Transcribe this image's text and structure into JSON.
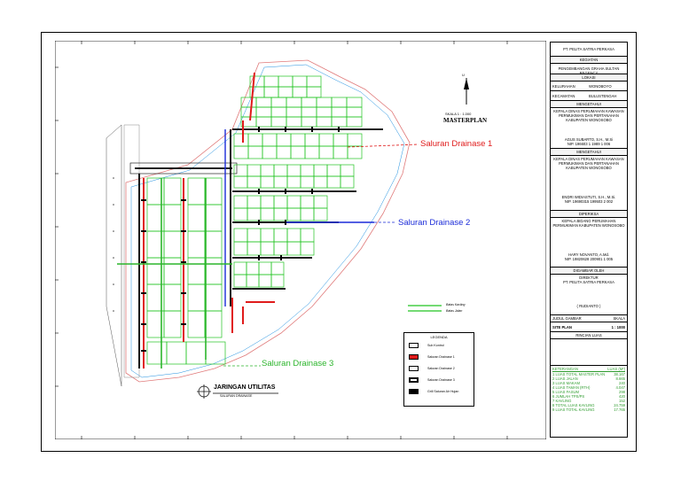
{
  "title_block": {
    "company": "PT. PELITA SATRIA PERKASA",
    "kegiatan_label": "KEGIATAN",
    "kegiatan_value": "PENGEMBANGAN GRAHA SULTAN REGENCY",
    "lokasi_label": "LOKASI",
    "kelurahan_label": "KELURAHAN",
    "kelurahan_value": "WONOBOYO",
    "kecamatan_label": "KECAMATAN",
    "kecamatan_value": "BULUSTENGAH",
    "approval1_head": "MENGETAHUI",
    "approval1_body": "KEPALA DINAS PERUMAHAN KAWASAN PERMUKIMAN DAN PERTANAHAN KABUPATEN WONOSOBO",
    "approval1_name": "AGUS SUBARTO, S.H., M.Si",
    "approval1_nip": "NIP. 196603 1 1989 1 006",
    "approval2_head": "MENGETAHUI",
    "approval2_body": "KEPALA DINAS PERUMAHAN KAWASAN PERMUKIMAN DAN PERTANAHAN KABUPATEN WONOSOBO",
    "approval2_name": "ENDRI WIDIASTUTI, S.H., M.Si.",
    "approval2_nip": "NIP. 19690315 199503 2 002",
    "approval3_head": "DIPERIKSA",
    "approval3_body": "KEPALA BIDANG PERUMAHAN PERMUKIMAN KABUPATEN WONOSOBO",
    "approval3_name": "HARY NOVANTO, A.Md.",
    "approval3_nip": "NIP. 19820628 200901 1 005",
    "approval4_head": "DIGAMBAR OLEH",
    "approval4_body": "DIREKTUR",
    "approval4_company": "PT. PELITA SATRIA PERKASA",
    "approval4_name": "( RUDIANTO )",
    "judul_label": "JUDUL GAMBAR",
    "skala_label": "SKALA",
    "judul_value": "SITE PLAN",
    "skala_value": "1 : 1000",
    "rincian": "RINCIAN LUAS",
    "table_header_1": "KETERANGAN",
    "table_header_2": "LUAS (M²)",
    "table_rows": [
      {
        "no": "1",
        "ket": "LUAS TOTAL MASTER PLAN",
        "luas": "38.167"
      },
      {
        "no": "2",
        "ket": "LUAS JALAN",
        "luas": "8.665"
      },
      {
        "no": "3",
        "ket": "LUAS MAKAM",
        "luas": "240"
      },
      {
        "no": "4",
        "ket": "LUAS TAMAN (RTH)",
        "luas": "4.047"
      },
      {
        "no": "5",
        "ket": "LUAS FASUM",
        "luas": "298"
      },
      {
        "no": "6",
        "ket": "JUMLAH TPS/PS",
        "luas": "420"
      },
      {
        "no": "7",
        "ket": "KAVLING",
        "luas": "152"
      },
      {
        "no": "8",
        "ket": "TOTAL LUAS KAVLING",
        "luas": "24.759"
      },
      {
        "no": "9",
        "ket": "LUAS TOTAL KAVLING",
        "luas": "17.765"
      }
    ]
  },
  "map": {
    "north_label": "U",
    "scale_text": "SKALA 1 : 1.000",
    "masterplan_title": "MASTERPLAN",
    "saluran1": "Saluran Drainase 1",
    "saluran2": "Saluran Drainase 2",
    "saluran3": "Saluran Drainase 3",
    "jaringan_title": "JARINGAN UTILITAS",
    "jaringan_sub": "SALURAN DRAINASE",
    "line_legend_1": "Batas Kavling",
    "line_legend_2": "Batas Jalan"
  },
  "legend": {
    "title": "LEGENDA",
    "items": [
      "Sub Kontrol",
      "Saluran Drainase 1",
      "Saluran Drainase 2",
      "Saluran Drainase 3",
      "Grill Saluran Air Hujan"
    ]
  },
  "colors": {
    "drain1": "#e01b1b",
    "drain2": "#1b2bd8",
    "drain3": "#2cb52c",
    "lot": "#22c322",
    "road": "#000000"
  }
}
